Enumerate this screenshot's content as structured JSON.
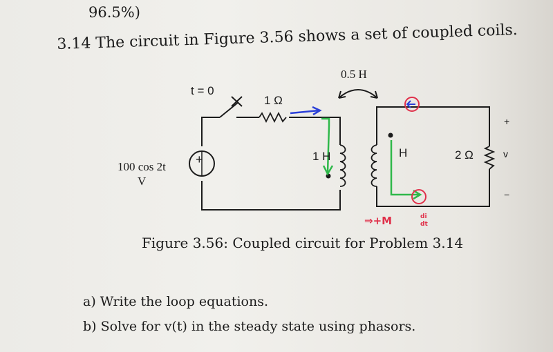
{
  "previous_fragment": "96.5%)",
  "problem": {
    "number": "3.14",
    "statement": "The circuit in Figure 3.56 shows a set of coupled coils."
  },
  "figure": {
    "mutual_inductance": "0.5 H",
    "switch_label": "t = 0",
    "resistor_1": "1 Ω",
    "source_line1": "100 cos 2t",
    "source_line2": "V",
    "source_symbol": "+",
    "inductor_1": "1 H",
    "inductor_2": "H",
    "resistor_2": "2 Ω",
    "output_plus": "+",
    "output_label": "v",
    "output_minus": "−",
    "handwritten_note": "⇒+M",
    "handwritten_frac_top": "di",
    "handwritten_frac_bot": "dt",
    "caption": "Figure 3.56: Coupled circuit for Problem 3.14"
  },
  "questions": [
    {
      "label": "a)",
      "text": "Write the loop equations."
    },
    {
      "label": "b)",
      "text": "Solve for v(t) in the steady state using phasors."
    }
  ],
  "colors": {
    "ink": "#1b1b1b",
    "annotation_red": "#e0304a",
    "annotation_green": "#2fb84a",
    "annotation_blue": "#2a3fd8"
  }
}
